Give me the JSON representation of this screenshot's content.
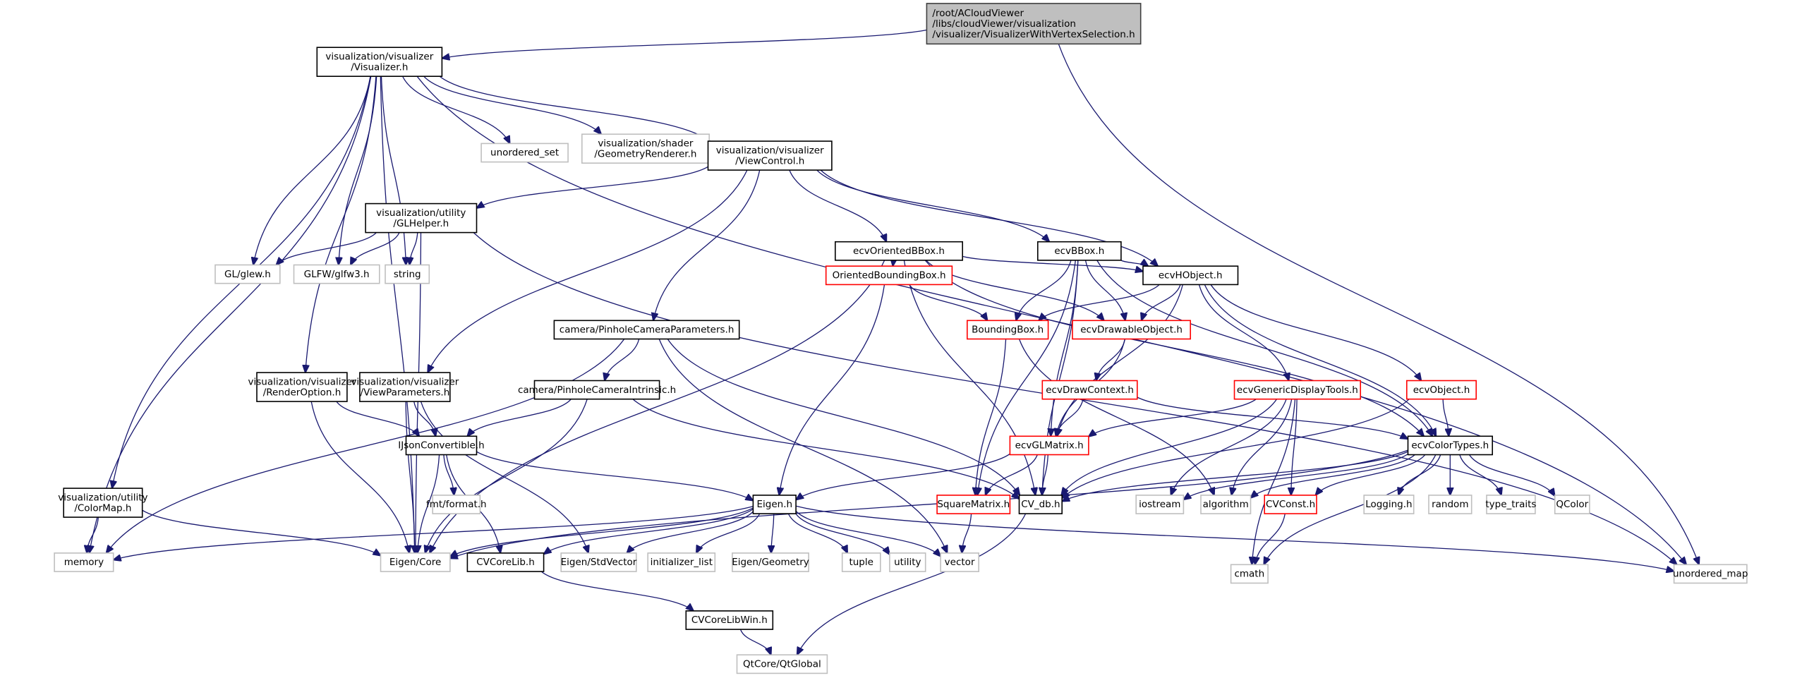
{
  "title": "Include dependency graph for VisualizerWithVertexSelection.h",
  "colors": {
    "edge": "#191970",
    "root_fill": "#bfbfbf",
    "root_border": "#404040",
    "documented_border": "#000000",
    "undocumented_border": "#ff0000",
    "external_border": "#bfbfbf",
    "external_text": "#000000"
  },
  "nodes": [
    {
      "id": "root",
      "label": [
        "/root/ACloudViewer",
        "/libs/cloudViewer/visualization",
        "/visualizer/VisualizerWithVertexSelection.h"
      ],
      "kind": "root",
      "align": "left"
    },
    {
      "id": "visualizer",
      "label": [
        "visualization/visualizer",
        "/Visualizer.h"
      ],
      "kind": "doc"
    },
    {
      "id": "unordered_set",
      "label": [
        "unordered_set"
      ],
      "kind": "ext"
    },
    {
      "id": "geomrenderer",
      "label": [
        "visualization/shader",
        "/GeometryRenderer.h"
      ],
      "kind": "ext"
    },
    {
      "id": "viewcontrol",
      "label": [
        "visualization/visualizer",
        "/ViewControl.h"
      ],
      "kind": "doc"
    },
    {
      "id": "glhelper",
      "label": [
        "visualization/utility",
        "/GLHelper.h"
      ],
      "kind": "doc"
    },
    {
      "id": "glew",
      "label": [
        "GL/glew.h"
      ],
      "kind": "ext"
    },
    {
      "id": "glfw",
      "label": [
        "GLFW/glfw3.h"
      ],
      "kind": "ext"
    },
    {
      "id": "string",
      "label": [
        "string"
      ],
      "kind": "ext"
    },
    {
      "id": "orientedbbox",
      "label": [
        "ecvOrientedBBox.h"
      ],
      "kind": "doc"
    },
    {
      "id": "bbox",
      "label": [
        "ecvBBox.h"
      ],
      "kind": "doc"
    },
    {
      "id": "obb",
      "label": [
        "OrientedBoundingBox.h"
      ],
      "kind": "red"
    },
    {
      "id": "hobject",
      "label": [
        "ecvHObject.h"
      ],
      "kind": "doc"
    },
    {
      "id": "pinholeparams",
      "label": [
        "camera/PinholeCameraParameters.h"
      ],
      "kind": "doc"
    },
    {
      "id": "boundingbox",
      "label": [
        "BoundingBox.h"
      ],
      "kind": "red"
    },
    {
      "id": "drawable",
      "label": [
        "ecvDrawableObject.h"
      ],
      "kind": "red"
    },
    {
      "id": "renderoption",
      "label": [
        "visualization/visualizer",
        "/RenderOption.h"
      ],
      "kind": "doc"
    },
    {
      "id": "viewparams",
      "label": [
        "visualization/visualizer",
        "/ViewParameters.h"
      ],
      "kind": "doc"
    },
    {
      "id": "pinholeintr",
      "label": [
        "camera/PinholeCameraIntrinsic.h"
      ],
      "kind": "doc"
    },
    {
      "id": "drawcontext",
      "label": [
        "ecvDrawContext.h"
      ],
      "kind": "red"
    },
    {
      "id": "gendisplay",
      "label": [
        "ecvGenericDisplayTools.h"
      ],
      "kind": "red"
    },
    {
      "id": "ecvobject",
      "label": [
        "ecvObject.h"
      ],
      "kind": "red"
    },
    {
      "id": "ijson",
      "label": [
        "IJsonConvertible.h"
      ],
      "kind": "doc"
    },
    {
      "id": "glmatrix",
      "label": [
        "ecvGLMatrix.h"
      ],
      "kind": "red"
    },
    {
      "id": "colortypes",
      "label": [
        "ecvColorTypes.h"
      ],
      "kind": "doc"
    },
    {
      "id": "colormap",
      "label": [
        "visualization/utility",
        "/ColorMap.h"
      ],
      "kind": "doc"
    },
    {
      "id": "fmt",
      "label": [
        "fmt/format.h"
      ],
      "kind": "ext"
    },
    {
      "id": "eigenh",
      "label": [
        "Eigen.h"
      ],
      "kind": "doc"
    },
    {
      "id": "squarematrix",
      "label": [
        "SquareMatrix.h"
      ],
      "kind": "red"
    },
    {
      "id": "cvdb",
      "label": [
        "CV_db.h"
      ],
      "kind": "doc"
    },
    {
      "id": "iostream",
      "label": [
        "iostream"
      ],
      "kind": "ext"
    },
    {
      "id": "algorithm",
      "label": [
        "algorithm"
      ],
      "kind": "ext"
    },
    {
      "id": "cvconst",
      "label": [
        "CVConst.h"
      ],
      "kind": "red"
    },
    {
      "id": "logging",
      "label": [
        "Logging.h"
      ],
      "kind": "ext"
    },
    {
      "id": "random",
      "label": [
        "random"
      ],
      "kind": "ext"
    },
    {
      "id": "typetraits",
      "label": [
        "type_traits"
      ],
      "kind": "ext"
    },
    {
      "id": "qcolor",
      "label": [
        "QColor"
      ],
      "kind": "ext"
    },
    {
      "id": "memory",
      "label": [
        "memory"
      ],
      "kind": "ext"
    },
    {
      "id": "eigencore",
      "label": [
        "Eigen/Core"
      ],
      "kind": "ext"
    },
    {
      "id": "cvcorelib",
      "label": [
        "CVCoreLib.h"
      ],
      "kind": "doc"
    },
    {
      "id": "stdvector",
      "label": [
        "Eigen/StdVector"
      ],
      "kind": "ext"
    },
    {
      "id": "initlist",
      "label": [
        "initializer_list"
      ],
      "kind": "ext"
    },
    {
      "id": "geometry",
      "label": [
        "Eigen/Geometry"
      ],
      "kind": "ext"
    },
    {
      "id": "tuple",
      "label": [
        "tuple"
      ],
      "kind": "ext"
    },
    {
      "id": "utility",
      "label": [
        "utility"
      ],
      "kind": "ext"
    },
    {
      "id": "vector",
      "label": [
        "vector"
      ],
      "kind": "ext"
    },
    {
      "id": "cmath",
      "label": [
        "cmath"
      ],
      "kind": "ext"
    },
    {
      "id": "unordered_map",
      "label": [
        "unordered_map"
      ],
      "kind": "ext"
    },
    {
      "id": "cvcorelibwin",
      "label": [
        "CVCoreLibWin.h"
      ],
      "kind": "doc"
    },
    {
      "id": "qtglobal",
      "label": [
        "QtCore/QtGlobal"
      ],
      "kind": "ext"
    }
  ],
  "edges": [
    [
      "root",
      "visualizer"
    ],
    [
      "root",
      "unordered_map"
    ],
    [
      "visualizer",
      "unordered_set"
    ],
    [
      "visualizer",
      "geomrenderer"
    ],
    [
      "visualizer",
      "viewcontrol"
    ],
    [
      "visualizer",
      "glew"
    ],
    [
      "visualizer",
      "glfw"
    ],
    [
      "visualizer",
      "string"
    ],
    [
      "visualizer",
      "renderoption"
    ],
    [
      "visualizer",
      "colormap"
    ],
    [
      "visualizer",
      "memory"
    ],
    [
      "visualizer",
      "eigencore"
    ],
    [
      "visualizer",
      "unordered_map"
    ],
    [
      "viewcontrol",
      "glhelper"
    ],
    [
      "viewcontrol",
      "orientedbbox"
    ],
    [
      "viewcontrol",
      "bbox"
    ],
    [
      "viewcontrol",
      "hobject"
    ],
    [
      "viewcontrol",
      "pinholeparams"
    ],
    [
      "viewcontrol",
      "viewparams"
    ],
    [
      "glhelper",
      "glew"
    ],
    [
      "glhelper",
      "glfw"
    ],
    [
      "glhelper",
      "string"
    ],
    [
      "glhelper",
      "eigencore"
    ],
    [
      "glhelper",
      "unordered_map"
    ],
    [
      "orientedbbox",
      "obb"
    ],
    [
      "orientedbbox",
      "hobject"
    ],
    [
      "orientedbbox",
      "drawable"
    ],
    [
      "orientedbbox",
      "cvdb"
    ],
    [
      "orientedbbox",
      "eigencore"
    ],
    [
      "orientedbbox",
      "colortypes"
    ],
    [
      "bbox",
      "hobject"
    ],
    [
      "bbox",
      "boundingbox"
    ],
    [
      "bbox",
      "drawable"
    ],
    [
      "bbox",
      "glmatrix"
    ],
    [
      "bbox",
      "squarematrix"
    ],
    [
      "bbox",
      "cvdb"
    ],
    [
      "bbox",
      "colortypes"
    ],
    [
      "obb",
      "boundingbox"
    ],
    [
      "obb",
      "eigenh"
    ],
    [
      "hobject",
      "boundingbox"
    ],
    [
      "hobject",
      "drawable"
    ],
    [
      "hobject",
      "gendisplay"
    ],
    [
      "hobject",
      "ecvobject"
    ],
    [
      "hobject",
      "glmatrix"
    ],
    [
      "hobject",
      "colortypes"
    ],
    [
      "pinholeparams",
      "pinholeintr"
    ],
    [
      "pinholeparams",
      "memory"
    ],
    [
      "pinholeparams",
      "cvdb"
    ],
    [
      "pinholeparams",
      "vector"
    ],
    [
      "boundingbox",
      "squarematrix"
    ],
    [
      "boundingbox",
      "algorithm"
    ],
    [
      "drawable",
      "drawcontext"
    ],
    [
      "drawable",
      "glmatrix"
    ],
    [
      "renderoption",
      "ijson"
    ],
    [
      "renderoption",
      "eigencore"
    ],
    [
      "viewparams",
      "ijson"
    ],
    [
      "viewparams",
      "eigencore"
    ],
    [
      "viewparams",
      "stdvector"
    ],
    [
      "pinholeintr",
      "ijson"
    ],
    [
      "pinholeintr",
      "eigencore"
    ],
    [
      "pinholeintr",
      "cvdb"
    ],
    [
      "drawcontext",
      "glmatrix"
    ],
    [
      "drawcontext",
      "colortypes"
    ],
    [
      "gendisplay",
      "glmatrix"
    ],
    [
      "gendisplay",
      "cvdb"
    ],
    [
      "gendisplay",
      "iostream"
    ],
    [
      "gendisplay",
      "algorithm"
    ],
    [
      "gendisplay",
      "cvconst"
    ],
    [
      "gendisplay",
      "cmath"
    ],
    [
      "ecvobject",
      "colortypes"
    ],
    [
      "ecvobject",
      "cvdb"
    ],
    [
      "ijson",
      "eigenh"
    ],
    [
      "ijson",
      "fmt"
    ],
    [
      "ijson",
      "eigencore"
    ],
    [
      "ijson",
      "cvcorelib"
    ],
    [
      "glmatrix",
      "squarematrix"
    ],
    [
      "glmatrix",
      "cvdb"
    ],
    [
      "glmatrix",
      "eigenh"
    ],
    [
      "colortypes",
      "cvdb"
    ],
    [
      "colortypes",
      "iostream"
    ],
    [
      "colortypes",
      "algorithm"
    ],
    [
      "colortypes",
      "cvconst"
    ],
    [
      "colortypes",
      "logging"
    ],
    [
      "colortypes",
      "random"
    ],
    [
      "colortypes",
      "typetraits"
    ],
    [
      "colortypes",
      "qcolor"
    ],
    [
      "colortypes",
      "cmath"
    ],
    [
      "colortypes",
      "eigencore"
    ],
    [
      "colormap",
      "memory"
    ],
    [
      "colormap",
      "eigencore"
    ],
    [
      "eigenh",
      "eigencore"
    ],
    [
      "eigenh",
      "cvcorelib"
    ],
    [
      "eigenh",
      "stdvector"
    ],
    [
      "eigenh",
      "initlist"
    ],
    [
      "eigenh",
      "geometry"
    ],
    [
      "eigenh",
      "tuple"
    ],
    [
      "eigenh",
      "utility"
    ],
    [
      "eigenh",
      "vector"
    ],
    [
      "eigenh",
      "memory"
    ],
    [
      "eigenh",
      "unordered_map"
    ],
    [
      "squarematrix",
      "vector"
    ],
    [
      "cvdb",
      "qtglobal"
    ],
    [
      "cvconst",
      "cmath"
    ],
    [
      "cvcorelib",
      "cvcorelibwin"
    ],
    [
      "cvcorelibwin",
      "qtglobal"
    ]
  ]
}
